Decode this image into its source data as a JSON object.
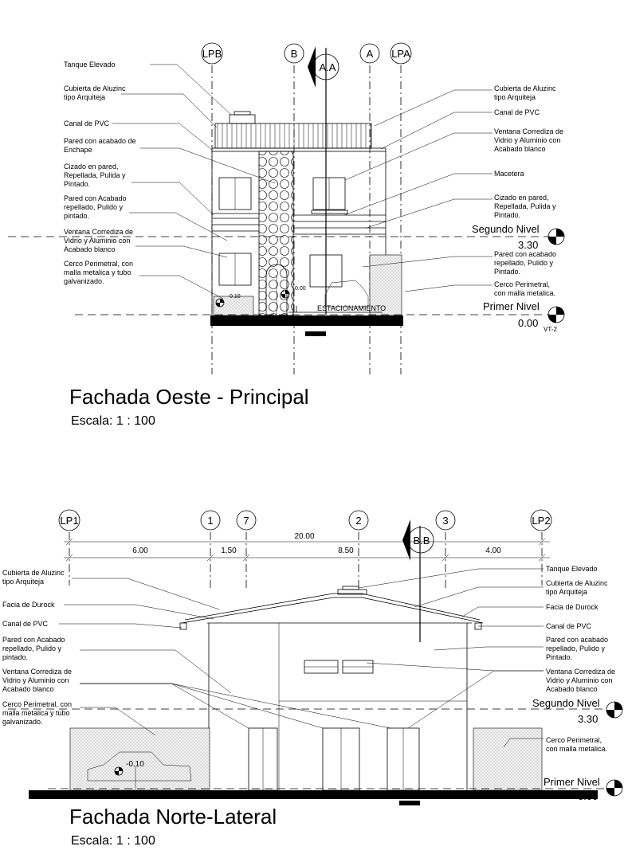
{
  "west": {
    "title": "Fachada Oeste - Principal",
    "scale": "Escala:  1 : 100",
    "section": "A.A",
    "axes": [
      "LPB",
      "B",
      "A",
      "LPA"
    ],
    "levels": {
      "second_name": "Segundo Nivel",
      "second_value": "3.30",
      "first_name": "Primer Nivel",
      "first_value": "0.00",
      "tag": "VT-2"
    },
    "small": {
      "sidewalk": "0.10",
      "entry": "0.00",
      "parking": "ESTACIONAMIENTO"
    },
    "left_notes": [
      [
        "Tanque Elevado"
      ],
      [
        "Cubierta de Aluzinc",
        "tipo Arquiteja"
      ],
      [
        "Canal de PVC"
      ],
      [
        "Pared con acabado de",
        "Enchape"
      ],
      [
        "Cizado en pared,",
        "Repellada, Pulida y",
        "Pintado."
      ],
      [
        "Pared con Acabado",
        "repellado, Pulido y",
        "pintado."
      ],
      [
        "Ventana Corrediza de",
        "Vidrio y Aluminio con",
        "Acabado blanco"
      ],
      [
        "Cerco Perimetral, con",
        "malla metalica y tubo",
        "galvanizado."
      ]
    ],
    "right_notes": [
      [
        "Cubierta de Aluzinc",
        "tipo Arquiteja"
      ],
      [
        "Canal de PVC"
      ],
      [
        "Ventana Corrediza de",
        "Vidrio y Aluminio con",
        "Acabado blanco"
      ],
      [
        "Macetera"
      ],
      [
        "Cizado en pared,",
        "Repellada, Pulida y",
        "Pintado."
      ],
      [
        "Pared con acabado",
        "repellado, Pulido y",
        "Pintado."
      ],
      [
        "Cerco Perimetral,",
        "con malla metalica."
      ]
    ]
  },
  "north": {
    "title": "Fachada Norte-Lateral",
    "scale": "Escala:  1 : 100",
    "section": "B.B",
    "axes": [
      "LP1",
      "1",
      "7",
      "2",
      "3",
      "LP2"
    ],
    "overall_dim": "20.00",
    "dims": [
      "6.00",
      "1.50",
      "8.50",
      "4.00"
    ],
    "levels": {
      "second_name": "Segundo Nivel",
      "second_value": "3.30",
      "first_name": "Primer Nivel",
      "first_value": "0.00"
    },
    "small": {
      "sidewalk": "-0.10"
    },
    "left_notes": [
      [
        "Cubierta de Aluzinc",
        "tipo Arquiteja"
      ],
      [
        "Facia de Durock"
      ],
      [
        "Canal de PVC"
      ],
      [
        "Pared con Acabado",
        "repellado, Pulido y",
        "pintado."
      ],
      [
        "Ventana Corrediza de",
        "Vidrio y Aluminio con",
        "Acabado blanco"
      ],
      [
        "Cerco Perimetral, con",
        "malla metalica y tubo",
        "galvanizado."
      ]
    ],
    "right_notes": [
      [
        "Tanque Elevado"
      ],
      [
        "Cubierta de Aluzinc",
        "tipo Arquiteja"
      ],
      [
        "Facia de Durock"
      ],
      [
        "Canal de PVC"
      ],
      [
        "Pared con acabado",
        "repellado, Pulido y",
        "Pintado."
      ],
      [
        "Ventana Corrediza de",
        "Vidrio y Aluminio con",
        "Acabado blanco"
      ],
      [
        "Cerco Perimetral,",
        "con malla metalica."
      ]
    ]
  }
}
